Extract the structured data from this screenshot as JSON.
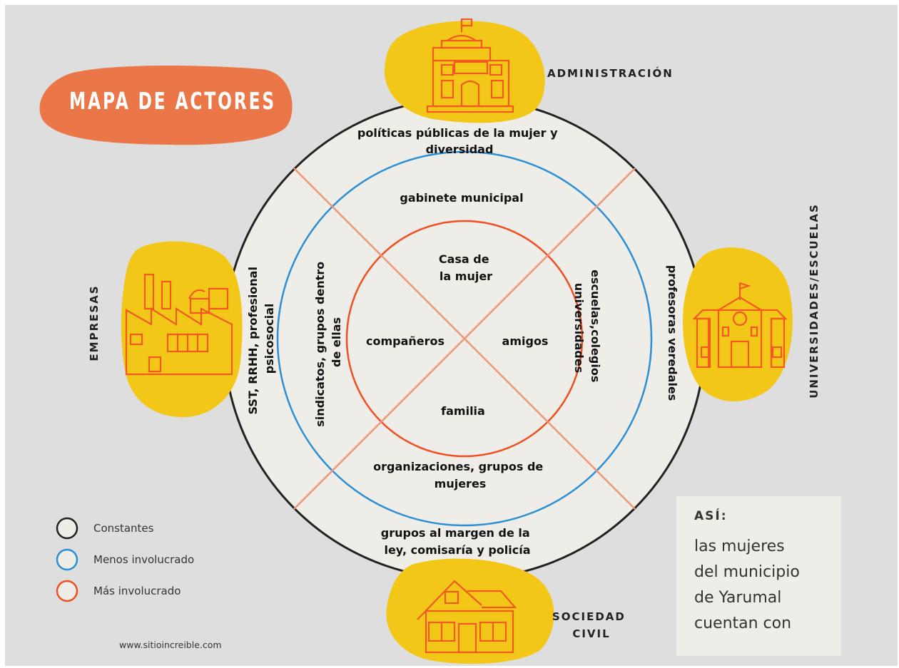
{
  "title": "MAPA DE ACTORES",
  "colors": {
    "background": "#dedede",
    "title_blob": "#eb7748",
    "icon_blob": "#f2c718",
    "icon_stroke": "#f05a1e",
    "ring_outer": "#222222",
    "ring_middle": "#2a8fd6",
    "ring_inner": "#f04e23",
    "dividers": "#ef9577",
    "circle_fill": "#efede7"
  },
  "sectors": {
    "administracion": "ADMINISTRACIÓN",
    "universidades": "UNIVERSIDADES/ESCUELAS",
    "empresas": "EMPRESAS",
    "sociedad_civil": [
      "SOCIEDAD",
      "CIVIL"
    ]
  },
  "icons": {
    "administracion": "government-building-icon",
    "universidades": "school-icon",
    "empresas": "factory-icon",
    "sociedad_civil": "house-icon"
  },
  "outer_ring": {
    "top": [
      "políticas públicas de la mujer y",
      "diversidad"
    ],
    "left": [
      "SST, RRHH, profesional",
      "psicosocial"
    ],
    "right": [
      "profesoras veredales"
    ],
    "bottom": [
      "grupos al margen de la",
      "ley, comisaría y policía"
    ]
  },
  "middle_ring": {
    "top": "gabinete municipal",
    "left": [
      "sindicatos, grupos dentro",
      "de ellas"
    ],
    "right": [
      "escuelas,colegios",
      "universidades"
    ],
    "bottom": [
      "organizaciones, grupos de",
      "mujeres"
    ]
  },
  "inner_circle": {
    "top": [
      "Casa de",
      "la mujer"
    ],
    "left": "compañeros",
    "right": "amigos",
    "bottom": "familia"
  },
  "legend": [
    {
      "label": "Constantes",
      "color": "#222222"
    },
    {
      "label": "Menos involucrado",
      "color": "#2a8fd6"
    },
    {
      "label": "Más involucrado",
      "color": "#f04e23"
    }
  ],
  "note": {
    "title": "ASÍ:",
    "lines": [
      "las mujeres",
      "del municipio",
      "de Yarumal",
      "cuentan con"
    ]
  },
  "website": "www.sitioincreible.com"
}
